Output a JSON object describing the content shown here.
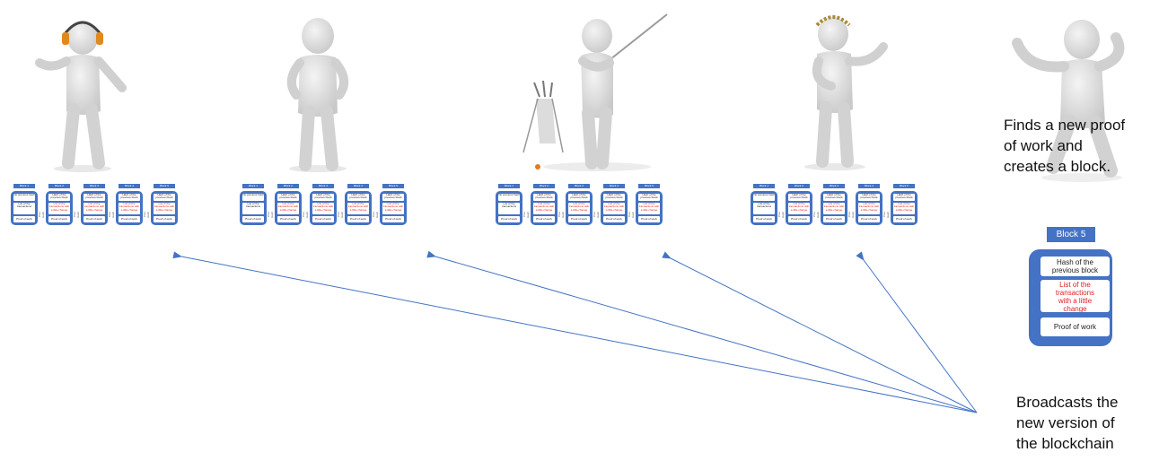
{
  "top_caption": {
    "lines": [
      "Finds a new proof",
      "of work and",
      "creates a block."
    ]
  },
  "bottom_caption": {
    "lines": [
      "Broadcasts the",
      "new version of",
      "the blockchain"
    ]
  },
  "new_block": {
    "label": "Block 5",
    "hash": [
      "Hash of the",
      "previous block"
    ],
    "transactions": [
      "List of the",
      "transactions",
      "with a little",
      "change"
    ],
    "proof": "Proof of work"
  },
  "mini_chain": {
    "blocks": [
      "Block 1",
      "Block 2",
      "Block 3",
      "Block 4",
      "Block 5"
    ],
    "genesis_hash": "No previous hash",
    "genesis_list": "List of the transactions",
    "hash": "Hash of the previous block",
    "changed_list": "List of the transactions with a little change",
    "proof": "Proof of work",
    "connector": "Prev Hash"
  },
  "figures": [
    "headphones-figure",
    "hands-on-hips-figure",
    "golfer-figure",
    "laurel-figure",
    "celebrating-figure"
  ],
  "colors": {
    "block": "#4472c4",
    "changed_text": "#e02020",
    "arrow": "#4472c4"
  }
}
